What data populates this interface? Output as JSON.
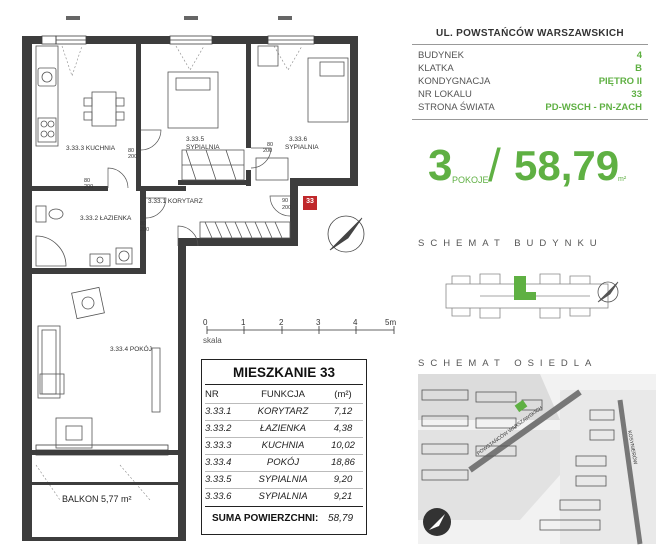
{
  "colors": {
    "accent": "#5fb043",
    "wall": "#3d3d3d",
    "line": "#222222"
  },
  "street": "UL. POWSTAŃCÓW WARSZAWSKICH",
  "info": [
    {
      "key": "BUDYNEK",
      "value": "4"
    },
    {
      "key": "KLATKA",
      "value": "B"
    },
    {
      "key": "KONDYGNACJA",
      "value": "PIĘTRO II"
    },
    {
      "key": "NR LOKALU",
      "value": "33"
    },
    {
      "key": "STRONA ŚWIATA",
      "value": "PD-WSCH - PN-ZACH"
    }
  ],
  "summary": {
    "rooms": "3",
    "rooms_word": "POKOJE",
    "area": "58,79",
    "unit": "m²"
  },
  "building_scheme_title": "SCHEMAT BUDYNKU",
  "estate_scheme_title": "SCHEMAT OSIEDLA",
  "map_streets": [
    "POWSTAŃCÓW WARSZAWSKICH",
    "KOSYNIERÓW"
  ],
  "scale": {
    "ticks": [
      "0",
      "1",
      "2",
      "3",
      "4",
      "5m"
    ],
    "label": "skala"
  },
  "unit_badge": "33",
  "plan_labels": {
    "kitchen": "3.33.3 KUCHNIA",
    "bed1_num": "3.33.5",
    "bed1_name": "SYPIALNIA",
    "bed2_num": "3.33.6",
    "bed2_name": "SYPIALNIA",
    "corridor": "3.33.1 KORYTARZ",
    "bathroom": "3.33.2 ŁAZIENKA",
    "living": "3.33.4 POKÓJ",
    "balcony": "BALKON 5,77 m²"
  },
  "door_dims": {
    "d80": "80",
    "d90": "90",
    "d200": "200"
  },
  "table": {
    "title": "MIESZKANIE 33",
    "headers": [
      "NR",
      "FUNKCJA",
      "(m²)"
    ],
    "rows": [
      [
        "3.33.1",
        "KORYTARZ",
        "7,12"
      ],
      [
        "3.33.2",
        "ŁAZIENKA",
        "4,38"
      ],
      [
        "3.33.3",
        "KUCHNIA",
        "10,02"
      ],
      [
        "3.33.4",
        "POKÓJ",
        "18,86"
      ],
      [
        "3.33.5",
        "SYPIALNIA",
        "9,20"
      ],
      [
        "3.33.6",
        "SYPIALNIA",
        "9,21"
      ]
    ],
    "sum_label": "SUMA POWIERZCHNI:",
    "sum_value": "58,79"
  }
}
